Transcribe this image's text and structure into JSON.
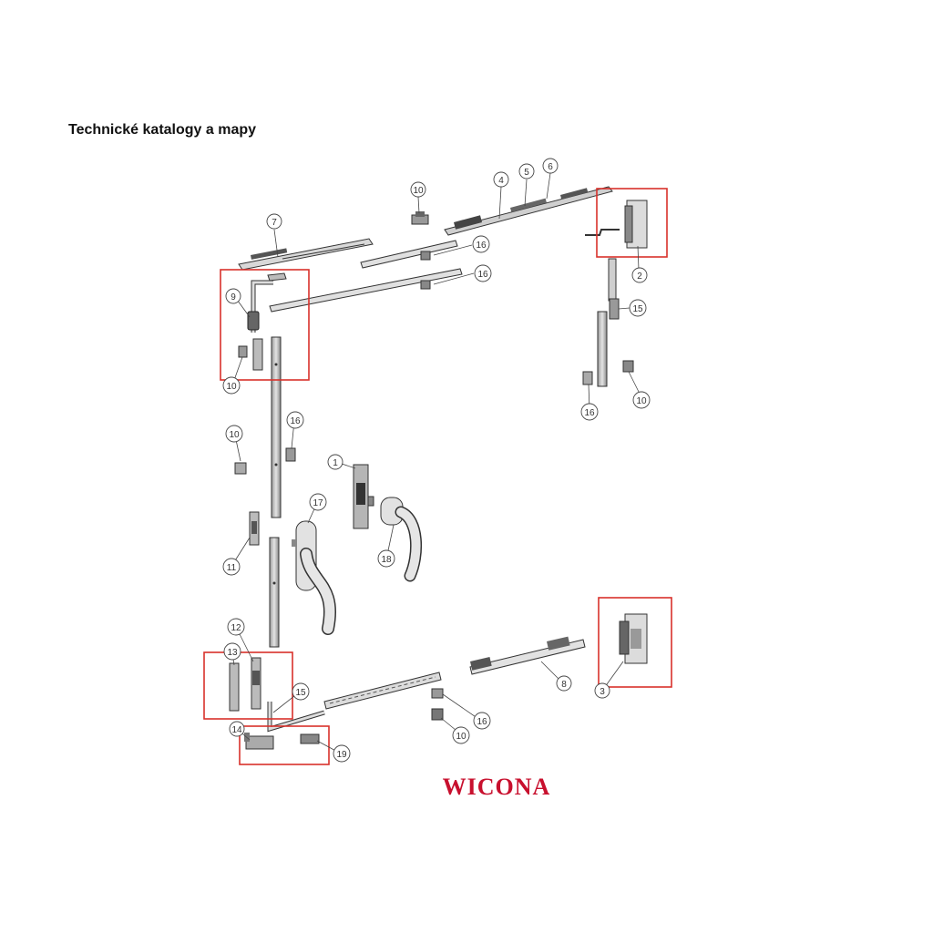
{
  "header": {
    "title": "Technické katalogy a mapy"
  },
  "brand": {
    "logo_text": "WICONA",
    "color": "#c8102e"
  },
  "highlight_color": "#d9312b",
  "callouts": {
    "c1": "1",
    "c2": "2",
    "c3": "3",
    "c4": "4",
    "c5": "5",
    "c6": "6",
    "c7": "7",
    "c8": "8",
    "c9": "9",
    "c10_top": "10",
    "c10_left_upper": "10",
    "c10_left_mid": "10",
    "c10_right": "10",
    "c10_bottom": "10",
    "c11": "11",
    "c12": "12",
    "c13": "13",
    "c14": "14",
    "c15_right": "15",
    "c15_bottom": "15",
    "c16_top_a": "16",
    "c16_top_b": "16",
    "c16_right": "16",
    "c16_left": "16",
    "c16_bottom": "16",
    "c17": "17",
    "c18": "18",
    "c19": "19"
  }
}
